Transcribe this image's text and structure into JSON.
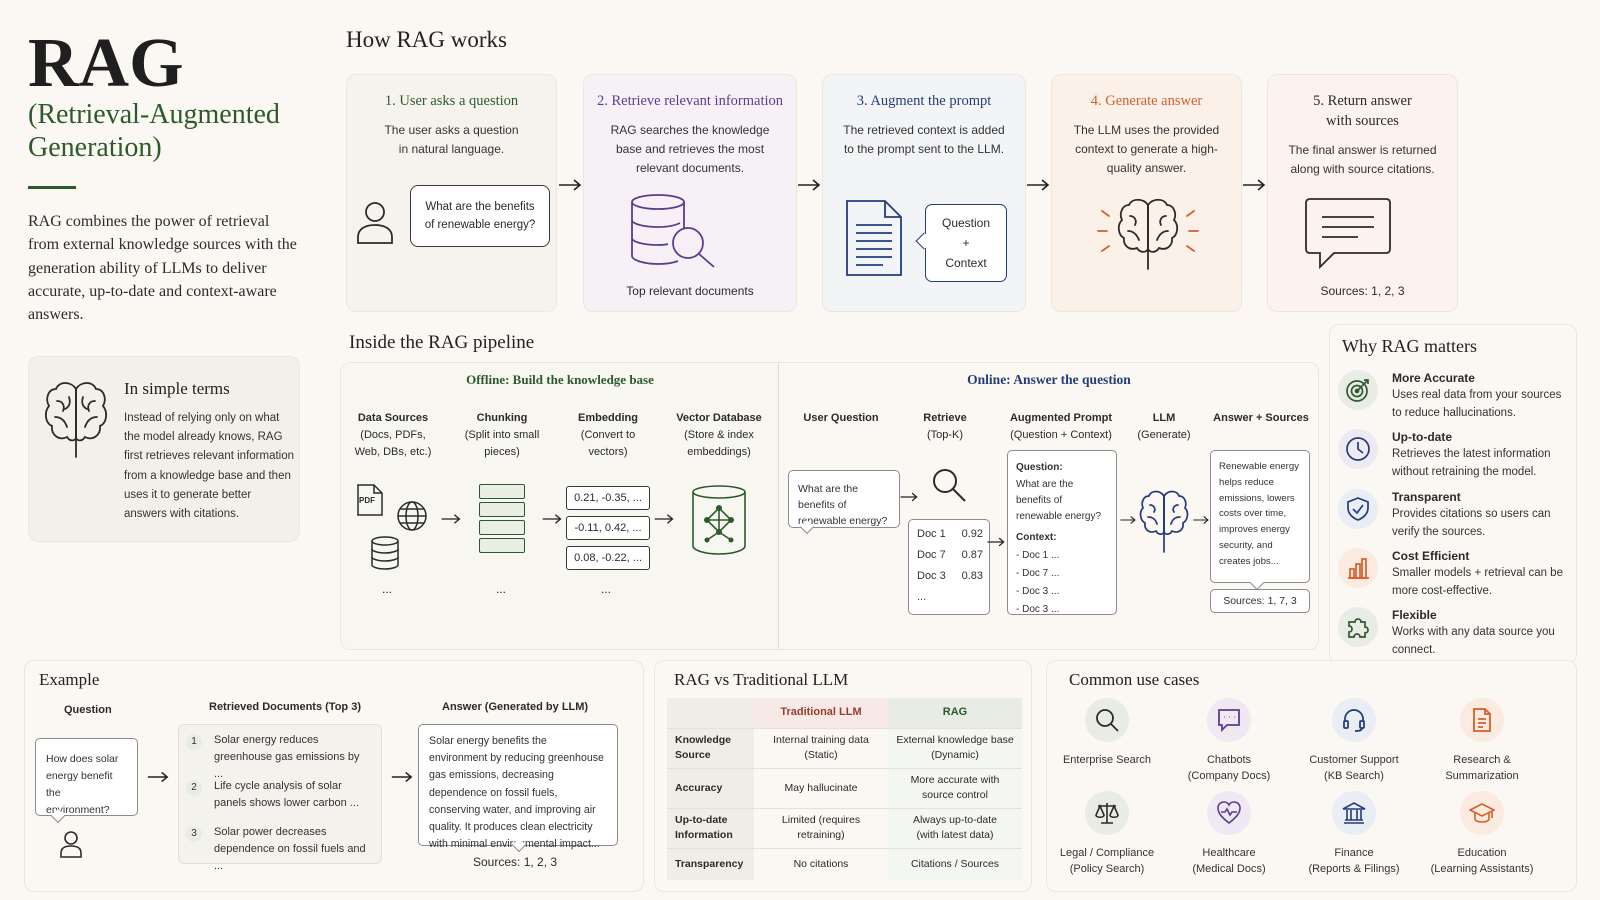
{
  "title": {
    "main": "RAG",
    "sub_line1": "(Retrieval-Augmented",
    "sub_line2": "Generation)",
    "intro": "RAG combines the power of retrieval from external knowledge sources with the generation ability of LLMs to deliver accurate, up-to-date and context-aware answers."
  },
  "simple_terms": {
    "heading": "In simple terms",
    "text": "Instead of relying only on what the model already knows, RAG first retrieves relevant information from a knowledge base and then uses it to generate better answers with citations."
  },
  "how": {
    "heading": "How RAG works",
    "steps": [
      {
        "title": "1. User asks a question",
        "desc": "The user asks a question in natural language.",
        "extra": "What are the benefits of renewable energy?"
      },
      {
        "title": "2. Retrieve relevant information",
        "desc": "RAG searches the knowledge base and retrieves the most relevant documents.",
        "extra": "Top relevant documents"
      },
      {
        "title": "3. Augment the prompt",
        "desc": "The retrieved context is added to the prompt sent to the LLM.",
        "extra_line1": "Question",
        "extra_line2": "+",
        "extra_line3": "Context"
      },
      {
        "title": "4. Generate answer",
        "desc": "The LLM uses the provided context to generate a high-quality answer."
      },
      {
        "title_line1": "5. Return answer",
        "title_line2": "with sources",
        "desc": "The final answer is returned along with source citations.",
        "extra": "Sources: 1, 2, 3"
      }
    ]
  },
  "pipeline": {
    "heading": "Inside the RAG pipeline",
    "offline_title": "Offline: Build the knowledge base",
    "online_title": "Online: Answer the question",
    "offline_cols": [
      {
        "title": "Data Sources",
        "sub": "(Docs, PDFs, Web, DBs, etc.)"
      },
      {
        "title": "Chunking",
        "sub": "(Split into small pieces)"
      },
      {
        "title": "Embedding",
        "sub": "(Convert to vectors)"
      },
      {
        "title": "Vector Database",
        "sub": "(Store & index embeddings)"
      }
    ],
    "ellipsis": "...",
    "pdf_label": "PDF",
    "vectors": [
      "0.21, -0.35, ...",
      "-0.11, 0.42, ...",
      "0.08, -0.22, ..."
    ],
    "online_cols": [
      {
        "title": "User Question",
        "sub": ""
      },
      {
        "title": "Retrieve",
        "sub": "(Top-K)"
      },
      {
        "title": "Augmented Prompt",
        "sub": "(Question + Context)"
      },
      {
        "title": "LLM",
        "sub": "(Generate)"
      },
      {
        "title": "Answer + Sources",
        "sub": ""
      }
    ],
    "user_question": "What are the benefits of renewable energy?",
    "retrieve_rows": [
      {
        "doc": "Doc 1",
        "score": "0.92"
      },
      {
        "doc": "Doc 7",
        "score": "0.87"
      },
      {
        "doc": "Doc 3",
        "score": "0.83"
      }
    ],
    "retrieve_more": "...",
    "prompt_q_label": "Question:",
    "prompt_q": "What are the benefits of renewable energy?",
    "prompt_ctx_label": "Context:",
    "prompt_ctx": [
      "- Doc 1 ...",
      "- Doc 7 ...",
      "- Doc 3 ...",
      "- Doc 3 ..."
    ],
    "answer": "Renewable energy helps reduce emissions, lowers costs over time, improves energy security, and creates jobs...",
    "answer_sources": "Sources: 1, 7, 3"
  },
  "why": {
    "heading": "Why RAG matters",
    "items": [
      {
        "title": "More Accurate",
        "desc": "Uses real data from your sources to reduce hallucinations."
      },
      {
        "title": "Up-to-date",
        "desc": "Retrieves the latest information without retraining the model."
      },
      {
        "title": "Transparent",
        "desc": "Provides citations so users can verify the sources."
      },
      {
        "title": "Cost Efficient",
        "desc": "Smaller models + retrieval can be more cost-effective."
      },
      {
        "title": "Flexible",
        "desc": "Works with any data source you connect."
      }
    ]
  },
  "example": {
    "heading": "Example",
    "q_head": "Question",
    "question": "How does solar energy benefit the environment?",
    "docs_head": "Retrieved Documents (Top 3)",
    "docs": [
      {
        "n": "1",
        "text": "Solar energy reduces greenhouse gas emissions by ..."
      },
      {
        "n": "2",
        "text": "Life cycle analysis of solar panels shows lower carbon ..."
      },
      {
        "n": "3",
        "text": "Solar power decreases dependence on fossil fuels and ..."
      }
    ],
    "ans_head": "Answer (Generated by LLM)",
    "answer": "Solar energy benefits the environment by reducing greenhouse gas emissions, decreasing dependence on fossil fuels, conserving water, and improving air quality. It produces clean electricity with minimal environmental impact...",
    "sources": "Sources: 1, 2, 3"
  },
  "comparison": {
    "heading": "RAG vs Traditional LLM",
    "col_trad": "Traditional LLM",
    "col_rag": "RAG",
    "rows": [
      {
        "label_line1": "Knowledge",
        "label_line2": "Source",
        "trad_line1": "Internal training data",
        "trad_line2": "(Static)",
        "rag_line1": "External knowledge base",
        "rag_line2": "(Dynamic)"
      },
      {
        "label_line1": "Accuracy",
        "label_line2": "",
        "trad_line1": "May hallucinate",
        "trad_line2": "",
        "rag_line1": "More accurate with",
        "rag_line2": "source control"
      },
      {
        "label_line1": "Up-to-date",
        "label_line2": "Information",
        "trad_line1": "Limited (requires",
        "trad_line2": "retraining)",
        "rag_line1": "Always up-to-date",
        "rag_line2": "(with latest data)"
      },
      {
        "label_line1": "Transparency",
        "label_line2": "",
        "trad_line1": "No citations",
        "trad_line2": "",
        "rag_line1": "Citations / Sources",
        "rag_line2": ""
      }
    ]
  },
  "use_cases": {
    "heading": "Common use cases",
    "items": [
      {
        "l1": "Enterprise Search",
        "l2": ""
      },
      {
        "l1": "Chatbots",
        "l2": "(Company Docs)"
      },
      {
        "l1": "Customer Support",
        "l2": "(KB Search)"
      },
      {
        "l1": "Research &",
        "l2": "Summarization"
      },
      {
        "l1": "Legal / Compliance",
        "l2": "(Policy Search)"
      },
      {
        "l1": "Healthcare",
        "l2": "(Medical Docs)"
      },
      {
        "l1": "Finance",
        "l2": "(Reports & Filings)"
      },
      {
        "l1": "Education",
        "l2": "(Learning Assistants)"
      }
    ]
  },
  "colors": {
    "green": "#2d5a2d",
    "purple": "#5b3d8f",
    "blue": "#243c7a",
    "orange": "#d4602a",
    "step1_bg": "#f6f3ee",
    "step2_bg": "#f6f1f6",
    "step3_bg": "#f3f4f6",
    "step4_bg": "#fcf1e9",
    "step5_bg": "#fcf2ee"
  }
}
